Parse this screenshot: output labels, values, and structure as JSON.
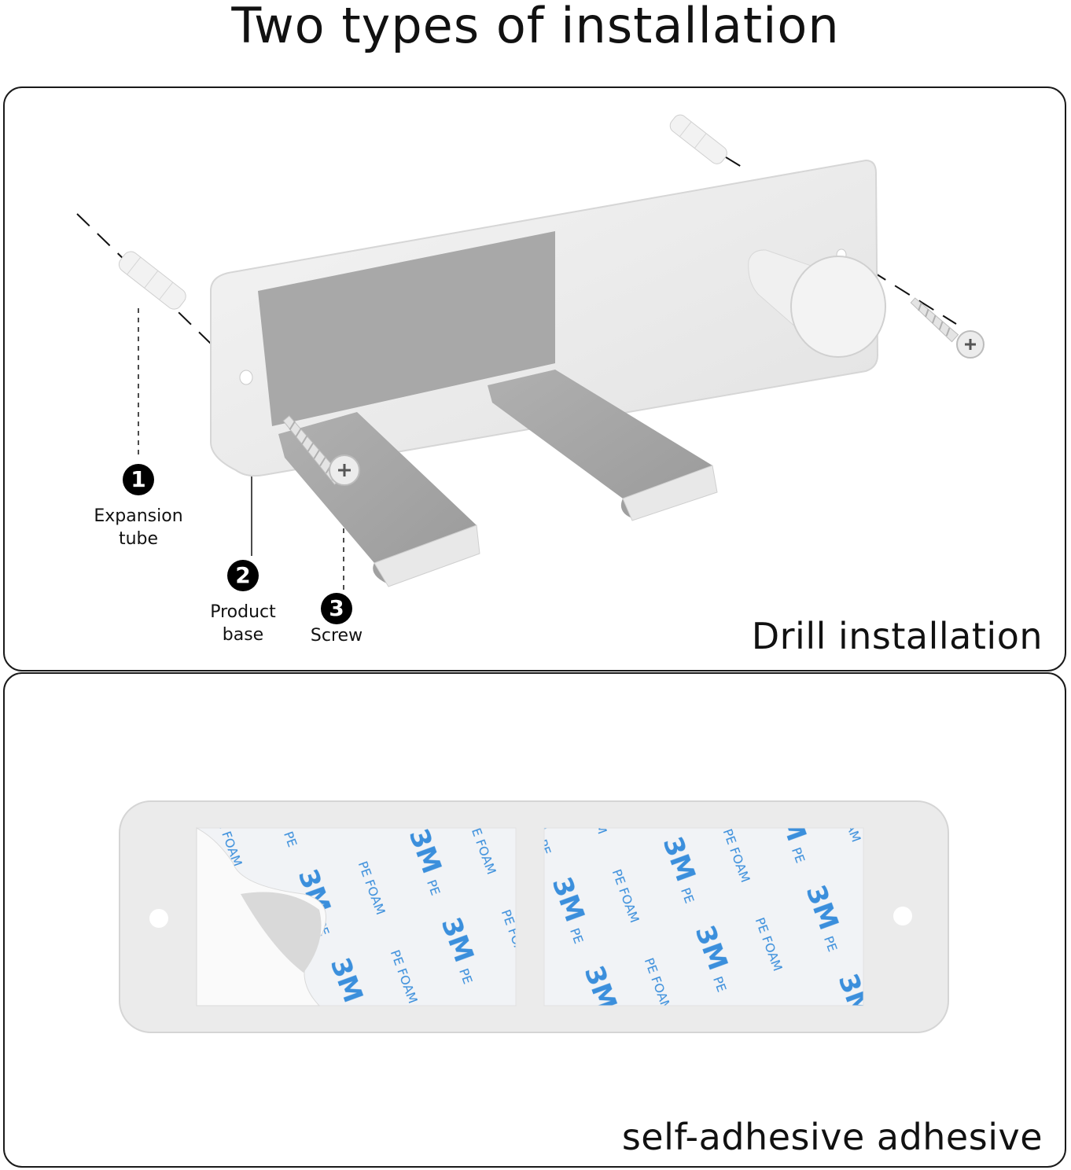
{
  "header": {
    "title": "Two types of installation"
  },
  "drill_panel": {
    "label": "Drill installation",
    "parts": [
      {
        "number": "1",
        "name": "Expansion\ntube"
      },
      {
        "number": "2",
        "name": "Product\nbase"
      },
      {
        "number": "3",
        "name": "Screw"
      }
    ]
  },
  "adhesive_panel": {
    "label": "self-adhesive adhesive",
    "tape_brand": "3M",
    "tape_text": "PE FOAM"
  },
  "colors": {
    "plate": "#eeeeee",
    "pad": "#a3a3a3",
    "tape_blue": "#3b8fdc",
    "outline": "#1a1a1a"
  }
}
